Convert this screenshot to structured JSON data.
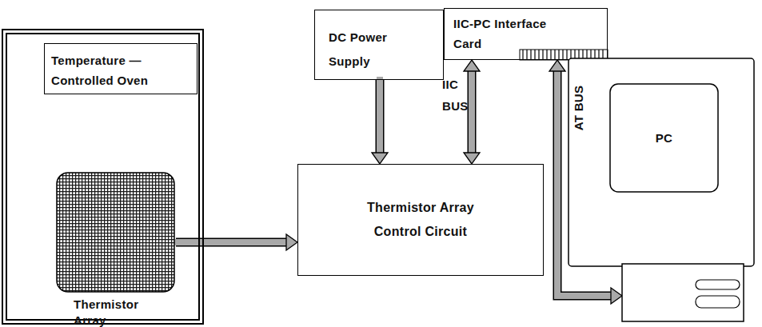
{
  "diagram": {
    "nodes": [
      {
        "text": [
          "Temperature — Controlled Oven"
        ]
      },
      {
        "text": [
          "Thermistor Array"
        ],
        "in": 0
      },
      {
        "text": [
          "DC Power Supply"
        ]
      },
      {
        "text": [
          "IIC-PC Interface Card"
        ]
      },
      {
        "text": [
          "Thermistor Array Control Circuit"
        ]
      },
      {
        "text": [
          "PC"
        ]
      }
    ],
    "edges": [
      {
        "from": 1,
        "to": 4,
        "arrow": "to"
      },
      {
        "from": 2,
        "to": 4,
        "arrow": "to"
      },
      {
        "from": 3,
        "to": 4,
        "label": "IIC BUS",
        "arrow": "both"
      },
      {
        "from": 3,
        "to": 5,
        "label": "AT BUS",
        "arrow": "both"
      }
    ]
  }
}
